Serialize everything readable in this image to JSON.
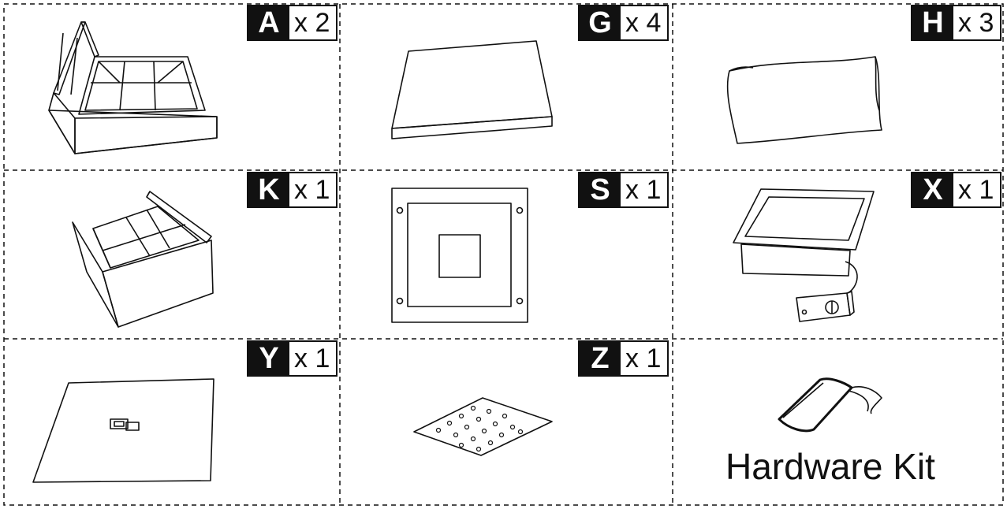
{
  "title": "",
  "parts": [
    {
      "letter": "A",
      "qty": "x 2",
      "icon": "drawer-box-large"
    },
    {
      "letter": "G",
      "qty": "x 4",
      "icon": "flat-panel"
    },
    {
      "letter": "H",
      "qty": "x 3",
      "icon": "cushion"
    },
    {
      "letter": "K",
      "qty": "x 1",
      "icon": "drawer-box-small"
    },
    {
      "letter": "S",
      "qty": "x 1",
      "icon": "square-plate"
    },
    {
      "letter": "X",
      "qty": "x 1",
      "icon": "heater-unit-with-control-box"
    },
    {
      "letter": "Y",
      "qty": "x 1",
      "icon": "sheet-with-clip"
    },
    {
      "letter": "Z",
      "qty": "x 1",
      "icon": "perforated-sheet"
    }
  ],
  "hardware": {
    "label": "Hardware Kit",
    "icon": "hardware-bag"
  },
  "colors": {
    "ink": "#111111",
    "paper": "#ffffff"
  }
}
